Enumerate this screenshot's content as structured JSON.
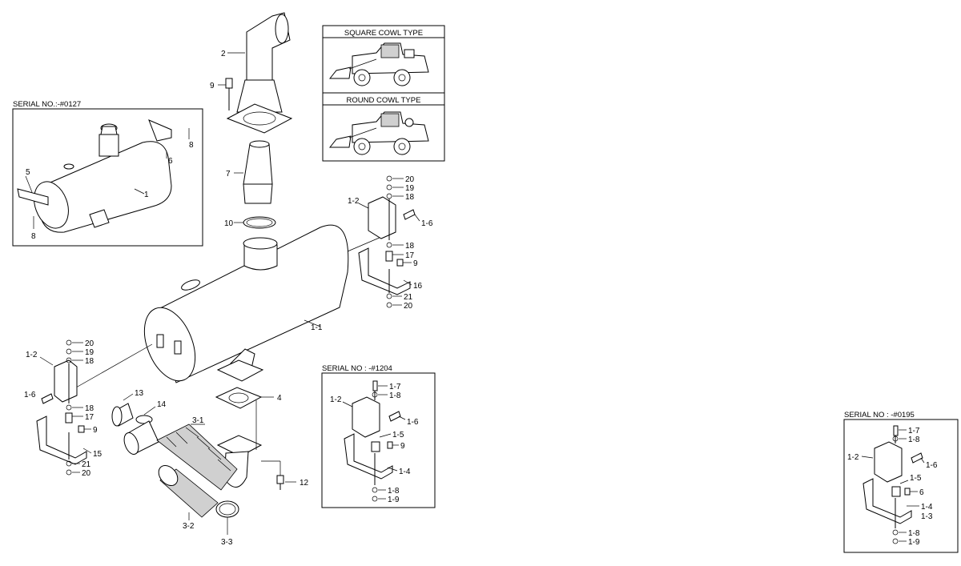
{
  "cowl_types": {
    "square": "SQUARE COWL TYPE",
    "round": "ROUND COWL TYPE"
  },
  "serial_boxes": {
    "left": "SERIAL NO.:-#0127",
    "middle": "SERIAL NO : -#1204",
    "right": "SERIAL NO : -#0195"
  },
  "labels": {
    "main": {
      "p2": "2",
      "p9a": "9",
      "p7": "7",
      "p10": "10",
      "p1_1": "1-1",
      "p4": "4",
      "p12": "12",
      "p13": "13",
      "p14": "14",
      "p3_1": "3-1",
      "p3_2": "3-2",
      "p3_3": "3-3"
    },
    "rightBracket": {
      "p20": "20",
      "p19": "19",
      "p18a": "18",
      "p1_2": "1-2",
      "p1_6": "1-6",
      "p18b": "18",
      "p17": "17",
      "p9": "9",
      "p16": "16",
      "p21": "21",
      "p20b": "20"
    },
    "leftBracket": {
      "p20": "20",
      "p19": "19",
      "p18a": "18",
      "p1_2": "1-2",
      "p1_6": "1-6",
      "p18b": "18",
      "p17": "17",
      "p9": "9",
      "p15": "15",
      "p21": "21",
      "p20b": "20"
    },
    "inset1": {
      "p8a": "8",
      "p6": "6",
      "p5": "5",
      "p1": "1",
      "p8b": "8"
    },
    "inset2": {
      "p1_7": "1-7",
      "p1_8a": "1-8",
      "p1_2": "1-2",
      "p1_6": "1-6",
      "p1_5": "1-5",
      "p9": "9",
      "p1_4": "1-4",
      "p1_8b": "1-8",
      "p1_9": "1-9"
    },
    "inset3": {
      "p1_7": "1-7",
      "p1_8a": "1-8",
      "p1_2": "1-2",
      "p1_6": "1-6",
      "p1_5": "1-5",
      "p6": "6",
      "p1_4": "1-4",
      "p1_3": "1-3",
      "p1_8b": "1-8",
      "p1_9": "1-9"
    }
  }
}
